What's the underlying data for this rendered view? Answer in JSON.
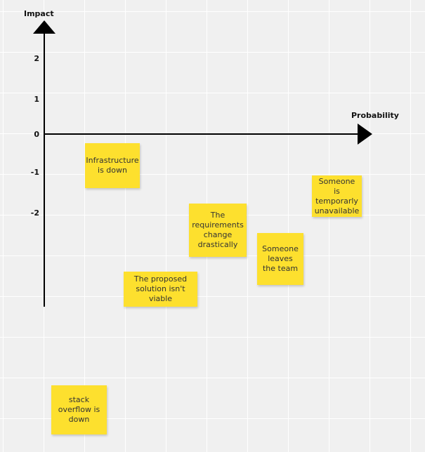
{
  "axes": {
    "y_label": "Impact",
    "x_label": "Probability",
    "y_ticks": [
      "2",
      "1",
      "0",
      "-1",
      "-2"
    ]
  },
  "stickies": [
    {
      "id": "infrastructure",
      "text": "Infrastructure is down"
    },
    {
      "id": "temporarily-unavailable",
      "text": "Someone is temporarly unavailable"
    },
    {
      "id": "requirements-change",
      "text": "The requirements change drastically"
    },
    {
      "id": "leaves-team",
      "text": "Someone leaves the team"
    },
    {
      "id": "solution-not-viable",
      "text": "The proposed solution isn't viable"
    },
    {
      "id": "stack-overflow",
      "text": "stack overflow is down"
    }
  ],
  "colors": {
    "sticky": "#fde02e",
    "axis": "#000000",
    "background": "#f0f0f0"
  }
}
